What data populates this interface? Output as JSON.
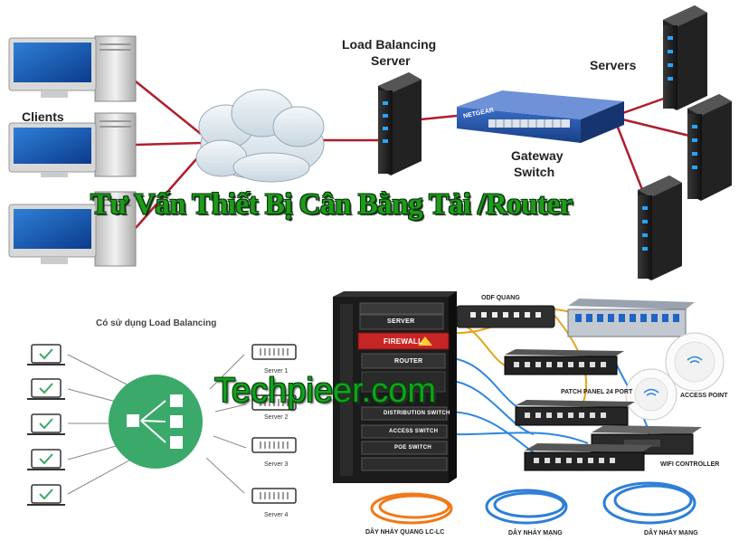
{
  "top_diagram": {
    "clients_label": "Clients",
    "lb_label_line1": "Load Balancing",
    "lb_label_line2": "Server",
    "servers_label": "Servers",
    "switch_label_line1": "Gateway",
    "switch_label_line2": "Switch",
    "switch_brand": "NETGEAR"
  },
  "overlay": {
    "title": "Tư Vấn Thiết Bị Cân Bằng Tải /Router",
    "watermark": "Techpieer.com"
  },
  "lb_diagram": {
    "heading": "Có sử dụng Load Balancing",
    "servers": [
      "Server 1",
      "Server 2",
      "Server 3",
      "Server 4"
    ]
  },
  "rack": {
    "units": [
      "SERVER",
      "FIREWALL",
      "ROUTER",
      "DISTRIBUTION SWITCH",
      "ACCESS SWITCH",
      "POE SWITCH"
    ]
  },
  "devices": {
    "odf": "ODF QUANG",
    "patch_panel": "PATCH PANEL 24 PORT",
    "access_point": "ACCESS POINT",
    "wifi_controller": "WIFI CONTROLLER",
    "cable_fiber": "DÂY NHẢY QUANG LC-LC",
    "cable_net1": "DÂY NHẢY MẠNG",
    "cable_net2": "DÂY NHẢY MẠNG"
  },
  "colors": {
    "link_red": "#b01e2c",
    "title_green": "#1f9b19",
    "lb_green": "#3aa96a",
    "switch_blue": "#1f4fa6"
  }
}
